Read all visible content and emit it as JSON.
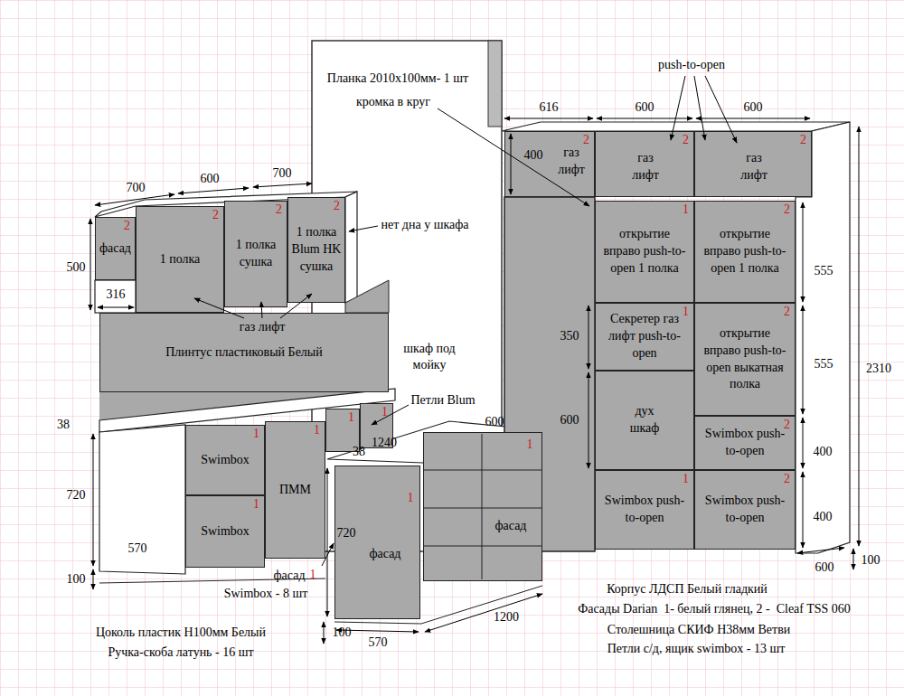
{
  "diagram": {
    "nodes": [
      {
        "text": [
          "2",
          "фасад"
        ]
      },
      {
        "text": [
          "2",
          "1 полка"
        ]
      },
      {
        "text": [
          "2",
          "1 полка",
          "сушка"
        ]
      },
      {
        "text": [
          "2",
          "1 полка Blum HK сушка"
        ]
      },
      {
        "text": [
          "Плинтус пластиковый Белый"
        ]
      },
      {
        "text": [
          "2",
          "газ лифт"
        ]
      },
      {
        "text": [
          "2",
          "газ лифт"
        ]
      },
      {
        "text": [
          "2",
          "газ лифт"
        ]
      },
      {
        "text": [
          "1",
          "открытие вправо push-to-open 1 полка"
        ]
      },
      {
        "text": [
          "2",
          "открытие вправо push-to-open 1 полка"
        ]
      },
      {
        "text": [
          "1",
          "Секретер газ лифт push-to-open"
        ]
      },
      {
        "text": [
          "2",
          "открытие вправо push-to-open выкатная полка"
        ]
      },
      {
        "text": [
          "дух шкаф"
        ]
      },
      {
        "text": [
          "2",
          "Swimbox push-to-open"
        ]
      },
      {
        "text": [
          "1",
          "Swimbox push-to-open"
        ]
      },
      {
        "text": [
          "2",
          "Swimbox push-to-open"
        ]
      },
      {
        "text": [
          "1",
          "Swimbox"
        ]
      },
      {
        "text": [
          "1",
          "Swimbox"
        ]
      },
      {
        "text": [
          "1",
          "ПММ"
        ]
      },
      {
        "text": [
          "1"
        ]
      },
      {
        "text": [
          "1"
        ]
      },
      {
        "text": [
          "1",
          "фасад"
        ]
      },
      {
        "text": [
          "1",
          "фасад"
        ]
      }
    ],
    "labels": [
      "700",
      "600",
      "700",
      "500",
      "316",
      "газ лифт",
      "нет дна у шкафа",
      "Планка 2010x100мм- 1 шт",
      "кромка в круг",
      "push-to-open",
      "616",
      "600",
      "600",
      "400",
      "350",
      "600",
      "555",
      "555",
      "2310",
      "400",
      "400",
      "100",
      "600",
      "шкаф под мойку",
      "Петли Blum",
      "38",
      "720",
      "570",
      "100",
      "38",
      "1240",
      "600",
      "1200",
      "720",
      "570",
      "100",
      "фасад",
      "1",
      "Swimbox - 8 шт",
      "Цоколь пластик H100мм Белый",
      "Ручка-скоба латунь - 16 шт",
      "Корпус ЛДСП Белый гладкий",
      "Фасады Darian  1- белый глянец, 2 -  Cleaf TSS 060",
      "Столешница СКИФ H38мм Ветви",
      "Петли с/д, ящик swimbox - 13 шт"
    ]
  }
}
